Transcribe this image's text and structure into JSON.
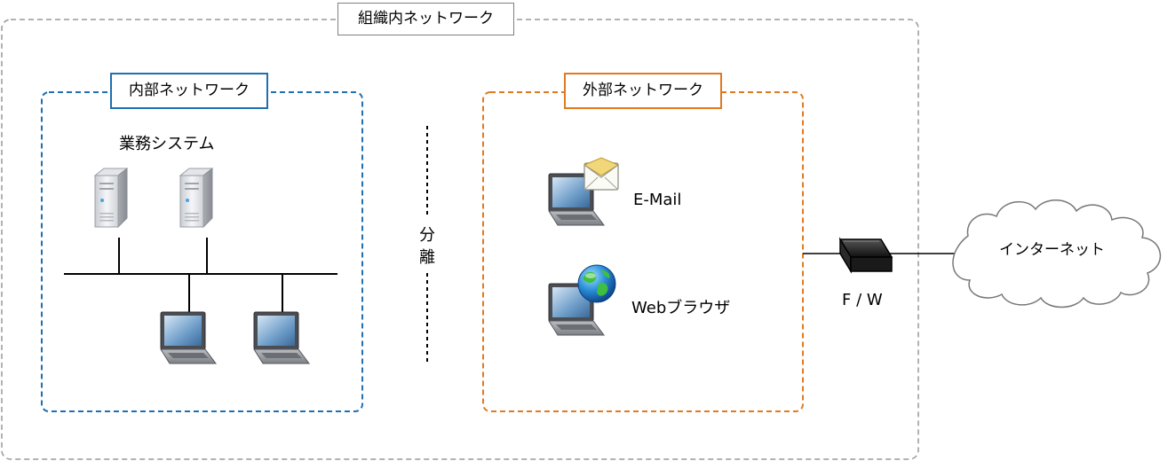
{
  "org_network": {
    "label": "組織内ネットワーク"
  },
  "internal_network": {
    "label": "内部ネットワーク",
    "system_label": "業務システム"
  },
  "separation": {
    "char1": "分",
    "char2": "離"
  },
  "external_network": {
    "label": "外部ネットワーク",
    "email_label": "E-Mail",
    "browser_label": "Webブラウザ"
  },
  "firewall": {
    "label": "F / W"
  },
  "internet": {
    "label": "インターネット"
  },
  "colors": {
    "org_border": "#999999",
    "internal_border": "#1f6fb2",
    "external_border": "#e07a20",
    "line": "#000000"
  },
  "icons": [
    "server-icon",
    "laptop-icon",
    "mail-envelope-icon",
    "globe-icon",
    "firewall-icon",
    "cloud-icon"
  ]
}
